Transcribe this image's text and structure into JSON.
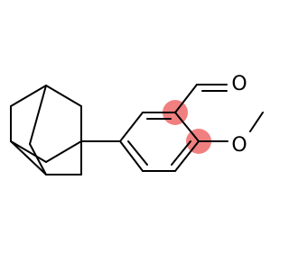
{
  "molecule": {
    "labels": {
      "carbonyl_oxygen": "O",
      "methoxy_oxygen": "O"
    },
    "colors": {
      "bond": "#000000",
      "label": "#000000",
      "highlight": "#f08080",
      "background": "#ffffff"
    },
    "highlighted_atoms": [
      "ring-carbon-aldehyde",
      "ring-carbon-methoxy"
    ]
  }
}
